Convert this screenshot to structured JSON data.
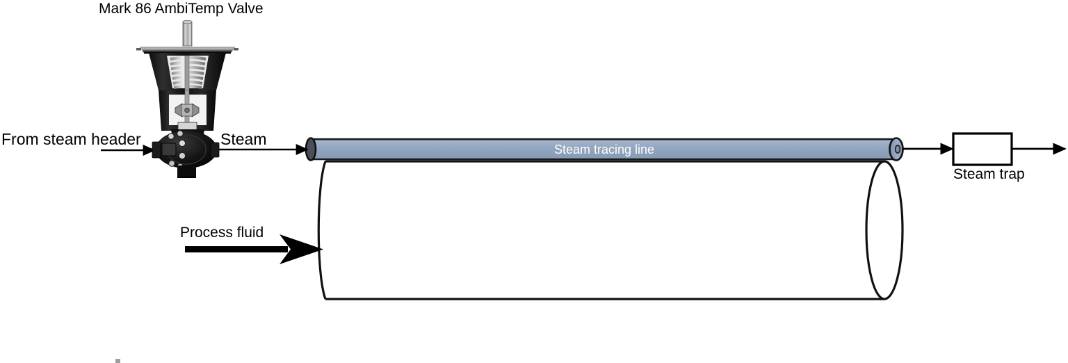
{
  "diagram": {
    "title": "Mark 86 AmbiTemp Valve",
    "labels": {
      "from_steam_header": "From steam header",
      "steam": "Steam",
      "steam_tracing_line": "Steam tracing line",
      "process_fluid": "Process fluid",
      "steam_trap": "Steam trap"
    },
    "colors": {
      "tracing_line_fill": "#8fa3bd",
      "tracing_line_fill_light": "#a9b9cd",
      "tracing_line_stroke": "#1a1a1a",
      "pipe_stroke": "#111111",
      "arrow": "#000000",
      "background": "#ffffff",
      "label_text": "#000000",
      "tracing_label_text": "#ffffff"
    },
    "components": [
      {
        "name": "control-valve",
        "label": "Mark 86 AmbiTemp Valve",
        "type": "valve-photo-cutaway"
      },
      {
        "name": "steam-tracing-line",
        "label": "Steam tracing line",
        "type": "small-pipe"
      },
      {
        "name": "process-pipe",
        "label": "Process fluid",
        "type": "large-pipe"
      },
      {
        "name": "steam-trap",
        "label": "Steam trap",
        "type": "rectangle-block"
      }
    ],
    "flows": [
      {
        "name": "steam-header-inlet",
        "label": "From steam header",
        "direction": "right"
      },
      {
        "name": "valve-to-tracing-line",
        "label": "Steam",
        "direction": "right"
      },
      {
        "name": "process-fluid-inlet",
        "label": "Process fluid",
        "direction": "right"
      },
      {
        "name": "tracing-line-to-trap",
        "label": "",
        "direction": "right"
      },
      {
        "name": "trap-outlet",
        "label": "",
        "direction": "right"
      }
    ]
  }
}
